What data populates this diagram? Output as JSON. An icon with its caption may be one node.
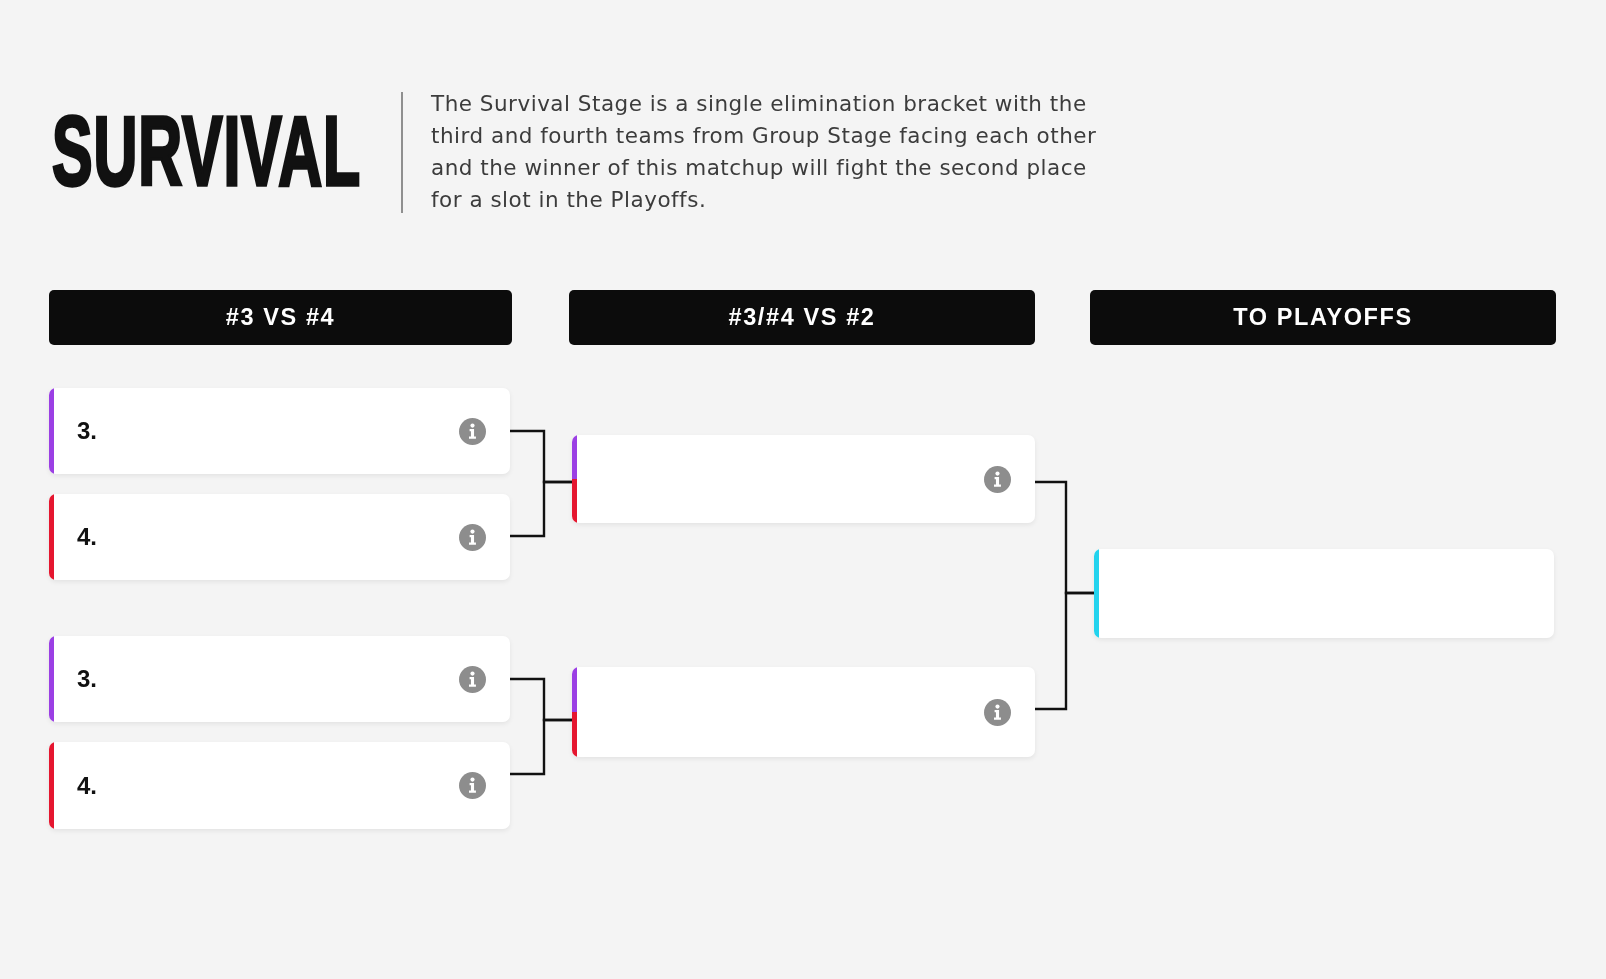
{
  "diagram": {
    "title": "SURVIVAL",
    "nodes": [
      {
        "text": [
          "#3 VS #4"
        ]
      },
      {
        "text": [
          "#3/#4 VS #2"
        ]
      },
      {
        "text": [
          "TO PLAYOFFS"
        ]
      },
      {
        "text": [
          "3."
        ]
      },
      {
        "text": [
          "4."
        ]
      },
      {
        "text": [
          "3."
        ]
      },
      {
        "text": [
          "4."
        ]
      },
      {
        "text": [],
        "shape": "box"
      },
      {
        "text": [],
        "shape": "box"
      },
      {
        "text": [],
        "shape": "box"
      }
    ],
    "edges": [
      {
        "from": 3,
        "to": 7,
        "arrow": "none"
      },
      {
        "from": 4,
        "to": 7,
        "arrow": "none"
      },
      {
        "from": 5,
        "to": 8,
        "arrow": "none"
      },
      {
        "from": 6,
        "to": 8,
        "arrow": "none"
      },
      {
        "from": 7,
        "to": 9,
        "arrow": "none"
      },
      {
        "from": 8,
        "to": 9,
        "arrow": "none"
      }
    ],
    "labels": [
      "The Survival Stage is a single elimination bracket with the third and fourth teams from Group Stage facing each other and the winner of this matchup will fight the second place for a slot in the Playoffs."
    ]
  }
}
